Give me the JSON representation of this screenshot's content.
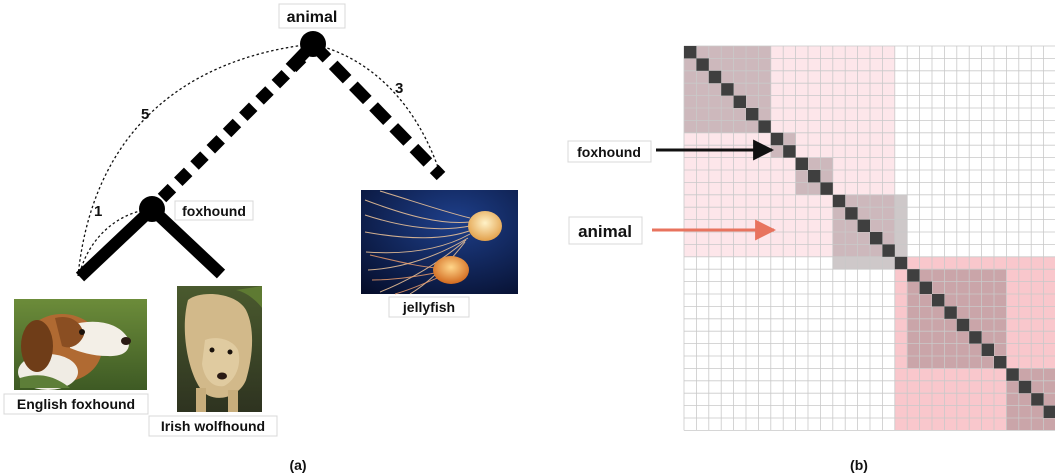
{
  "panel_a": {
    "caption": "(a)",
    "nodes": {
      "root": "animal",
      "inner": "foxhound",
      "leaf_left": "English foxhound",
      "leaf_middle": "Irish wolfhound",
      "leaf_right": "jellyfish"
    },
    "distances": {
      "to_root_left": "5",
      "to_inner": "1",
      "to_root_right": "3"
    },
    "photos": {
      "english_foxhound": "dog-photo",
      "irish_wolfhound": "dog-photo",
      "jellyfish": "jellyfish-photo"
    }
  },
  "panel_b": {
    "caption": "(b)",
    "arrow_labels": {
      "foxhound": "foxhound",
      "animal": "animal"
    },
    "matrix": {
      "size": 31,
      "light_pink_blocks": [
        [
          0,
          17
        ],
        [
          17,
          31
        ]
      ],
      "medium_pink_blocks": [
        [
          17,
          31
        ]
      ],
      "gray_blocks": [
        [
          0,
          7
        ],
        [
          7,
          9
        ],
        [
          9,
          12
        ],
        [
          12,
          18
        ],
        [
          18,
          26
        ],
        [
          26,
          31
        ]
      ],
      "diagonal": "dark"
    },
    "colors": {
      "pink_light": "#fde6ea",
      "pink_medium": "#f9c7cc",
      "gray_block": "#7d6e70",
      "diagonal": "#3f3f3f",
      "grid": "#c9c9c9",
      "arrow_black": "#111111",
      "arrow_red": "#e8735e"
    }
  }
}
